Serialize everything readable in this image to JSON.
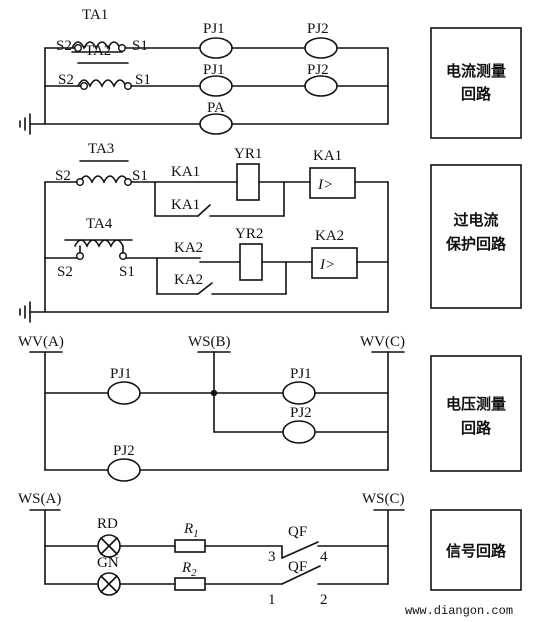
{
  "sections": {
    "current_measurement": [
      "电流测量",
      "回路"
    ],
    "overcurrent_protection": [
      "过电流",
      "保护回路"
    ],
    "voltage_measurement": [
      "电压测量",
      "回路"
    ],
    "signal": [
      "信号回路"
    ]
  },
  "current_circuit": {
    "ta1": "TA1",
    "ta2": "TA2",
    "s1": "S1",
    "s2": "S2",
    "pj1": "PJ1",
    "pj2": "PJ2",
    "pa": "PA"
  },
  "protection_circuit": {
    "ta3": "TA3",
    "ta4": "TA4",
    "s1": "S1",
    "s2": "S2",
    "ka1": "KA1",
    "ka2": "KA2",
    "yr1": "YR1",
    "yr2": "YR2",
    "relay_symbol": "I>"
  },
  "voltage_circuit": {
    "wv_a": "WV(A)",
    "ws_b": "WS(B)",
    "wv_c": "WV(C)",
    "pj1": "PJ1",
    "pj2": "PJ2"
  },
  "signal_circuit": {
    "ws_a": "WS(A)",
    "ws_c": "WS(C)",
    "rd": "RD",
    "gn": "GN",
    "r": "R",
    "r1_sub": "1",
    "r2_sub": "2",
    "qf": "QF",
    "t1": "1",
    "t2": "2",
    "t3": "3",
    "t4": "4"
  },
  "watermark": "www.diangon.com"
}
